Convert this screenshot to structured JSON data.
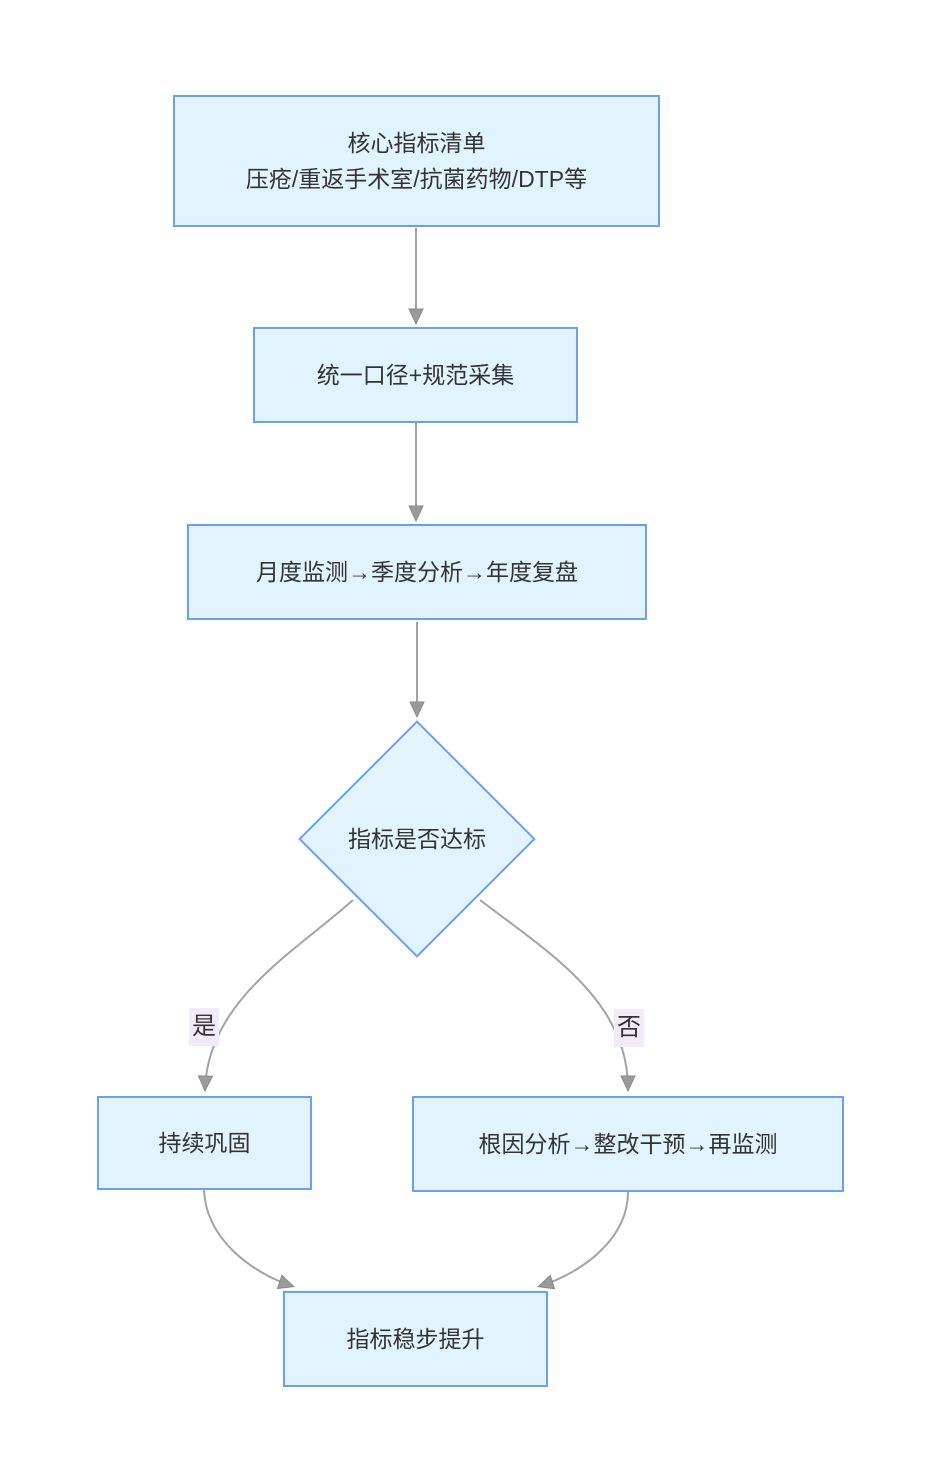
{
  "diagram": {
    "type": "flowchart",
    "direction": "top-to-bottom",
    "background": "#ffffff",
    "nodes": {
      "core_list": {
        "shape": "rectangle",
        "line1": "核心指标清单",
        "line2": "压疮/重返手术室/抗菌药物/DTP等"
      },
      "unify": {
        "shape": "rectangle",
        "label": "统一口径+规范采集"
      },
      "monitor": {
        "shape": "rectangle",
        "label": "月度监测→季度分析→年度复盘"
      },
      "decision": {
        "shape": "diamond",
        "label": "指标是否达标"
      },
      "sustain": {
        "shape": "rectangle",
        "label": "持续巩固"
      },
      "root_cause": {
        "shape": "rectangle",
        "label": "根因分析→整改干预→再监测"
      },
      "improve": {
        "shape": "rectangle",
        "label": "指标稳步提升"
      }
    },
    "edges": [
      {
        "from": "core_list",
        "to": "unify",
        "label": ""
      },
      {
        "from": "unify",
        "to": "monitor",
        "label": ""
      },
      {
        "from": "monitor",
        "to": "decision",
        "label": ""
      },
      {
        "from": "decision",
        "to": "sustain",
        "label": "是"
      },
      {
        "from": "decision",
        "to": "root_cause",
        "label": "否"
      },
      {
        "from": "sustain",
        "to": "improve",
        "label": ""
      },
      {
        "from": "root_cause",
        "to": "improve",
        "label": ""
      }
    ],
    "colors": {
      "node_fill": "#e1f3fd",
      "node_border": "#6e9ef0",
      "edge_line": "#a3a3a3",
      "arrowhead": "#9a9a9a",
      "edge_label_bg": "#f1eaf9",
      "text": "#333333"
    }
  }
}
